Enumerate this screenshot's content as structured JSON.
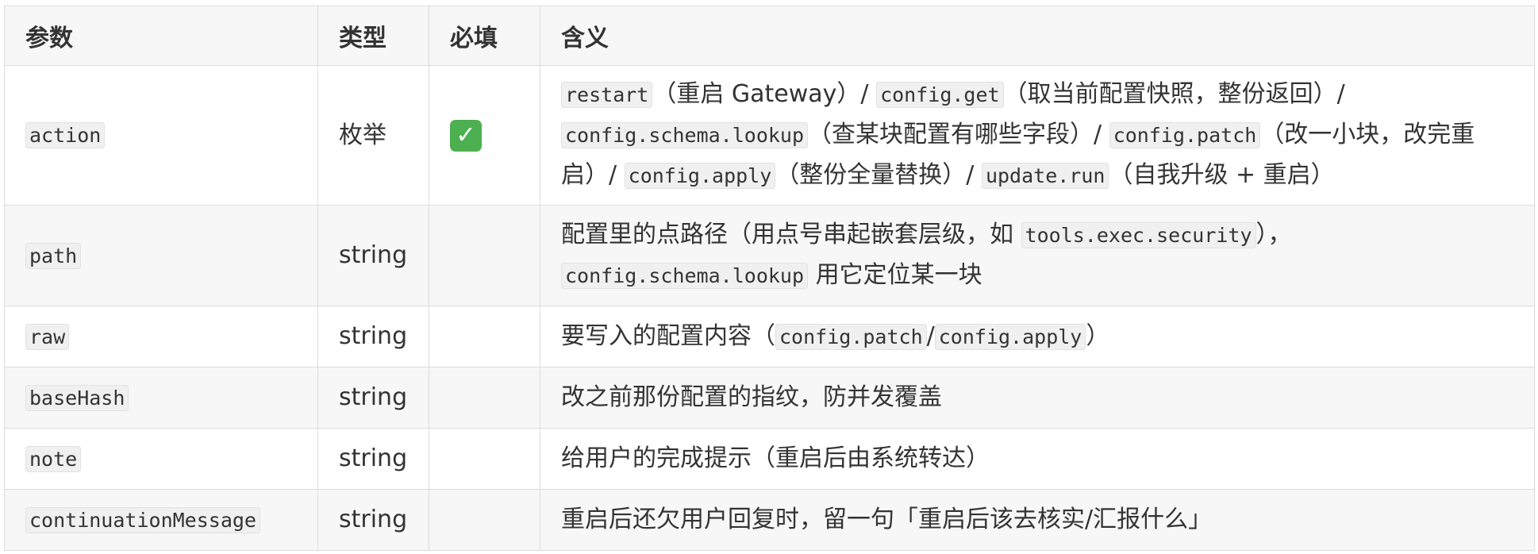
{
  "headers": {
    "param": "参数",
    "type": "类型",
    "required": "必填",
    "meaning": "含义"
  },
  "required_icon": "check-mark-icon",
  "required_mark": "✓",
  "rows": [
    {
      "param": "action",
      "type": "枚举",
      "required": true,
      "meaning": [
        {
          "code": "restart"
        },
        {
          "text": "（重启 Gateway）/ "
        },
        {
          "code": "config.get"
        },
        {
          "text": "（取当前配置快照，整份返回）/ "
        },
        {
          "code": "config.schema.lookup"
        },
        {
          "text": "（查某块配置有哪些字段）/ "
        },
        {
          "code": "config.patch"
        },
        {
          "text": "（改一小块，改完重启）/ "
        },
        {
          "code": "config.apply"
        },
        {
          "text": "（整份全量替换）/ "
        },
        {
          "code": "update.run"
        },
        {
          "text": "（自我升级 + 重启）"
        }
      ]
    },
    {
      "param": "path",
      "type": "string",
      "required": false,
      "meaning": [
        {
          "text": "配置里的点路径（用点号串起嵌套层级，如 "
        },
        {
          "code": "tools.exec.security"
        },
        {
          "text": "），"
        },
        {
          "code": "config.schema.lookup"
        },
        {
          "text": " 用它定位某一块"
        }
      ]
    },
    {
      "param": "raw",
      "type": "string",
      "required": false,
      "meaning": [
        {
          "text": "要写入的配置内容（"
        },
        {
          "code": "config.patch"
        },
        {
          "text": "/"
        },
        {
          "code": "config.apply"
        },
        {
          "text": "）"
        }
      ]
    },
    {
      "param": "baseHash",
      "type": "string",
      "required": false,
      "meaning": [
        {
          "text": "改之前那份配置的指纹，防并发覆盖"
        }
      ]
    },
    {
      "param": "note",
      "type": "string",
      "required": false,
      "meaning": [
        {
          "text": "给用户的完成提示（重启后由系统转达）"
        }
      ]
    },
    {
      "param": "continuationMessage",
      "type": "string",
      "required": false,
      "meaning": [
        {
          "text": "重启后还欠用户回复时，留一句「重启后该去核实/汇报什么」"
        }
      ]
    }
  ]
}
